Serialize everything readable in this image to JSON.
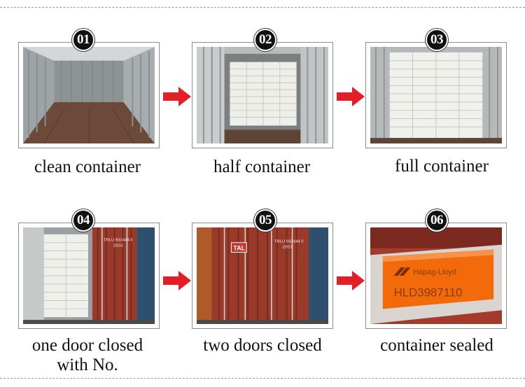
{
  "steps": [
    {
      "number": "01",
      "caption": "clean container"
    },
    {
      "number": "02",
      "caption": "half container"
    },
    {
      "number": "03",
      "caption": "full container"
    },
    {
      "number": "04",
      "caption": "one door closed",
      "caption_line2": "with No."
    },
    {
      "number": "05",
      "caption": "two doors closed"
    },
    {
      "number": "06",
      "caption": "container sealed"
    }
  ],
  "photo_text": {
    "container_id_1": "TRLU 932444 0",
    "container_type_1": "22G1",
    "container_id_2": "TRLU 932444 0",
    "container_type_2": "22G1",
    "brand_mark": "TAL",
    "seal_brand": "Hapag-Lloyd",
    "seal_number": "HLD3987110"
  },
  "colors": {
    "arrow": "#e41e26",
    "badge": "#111111",
    "seal": "#f26a0a",
    "container_red": "#9a3a2a"
  },
  "icons": {
    "arrow": "red-right-arrow-icon",
    "badge": "circle-number-badge"
  }
}
